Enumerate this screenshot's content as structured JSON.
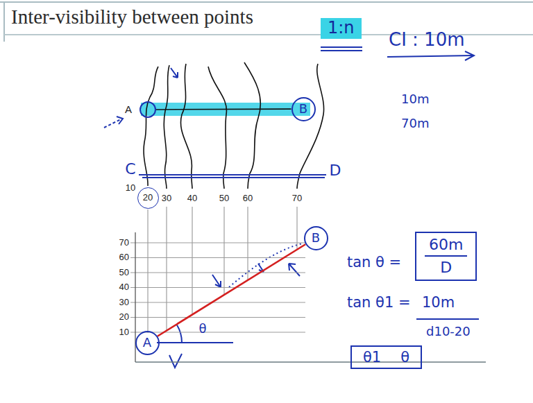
{
  "diagram": {
    "title": "Inter-visibility between points",
    "nodes": [
      {
        "text": [
          "A"
        ]
      },
      {
        "text": [
          "B"
        ]
      },
      {
        "text": [
          "1:n"
        ]
      },
      {
        "text": [
          "20"
        ]
      },
      {
        "text": [
          "A"
        ]
      },
      {
        "text": [
          "B"
        ]
      },
      {
        "text": [
          "60m",
          "D"
        ]
      },
      {
        "text": [
          "θ1",
          "θ"
        ]
      }
    ],
    "edges": [
      {
        "from": 0,
        "to": 1,
        "arrow": "none"
      },
      {
        "from": 4,
        "to": 5,
        "arrow": "none"
      }
    ],
    "labels": [
      "CI : 10m",
      "C",
      "D",
      "10",
      "30",
      "40",
      "50",
      "60",
      "70",
      "10m",
      "70m",
      "70",
      "60",
      "50",
      "40",
      "30",
      "20",
      "10",
      "tan θ =",
      "θ",
      "tan θ1 =",
      "10m",
      "d10-20"
    ]
  }
}
